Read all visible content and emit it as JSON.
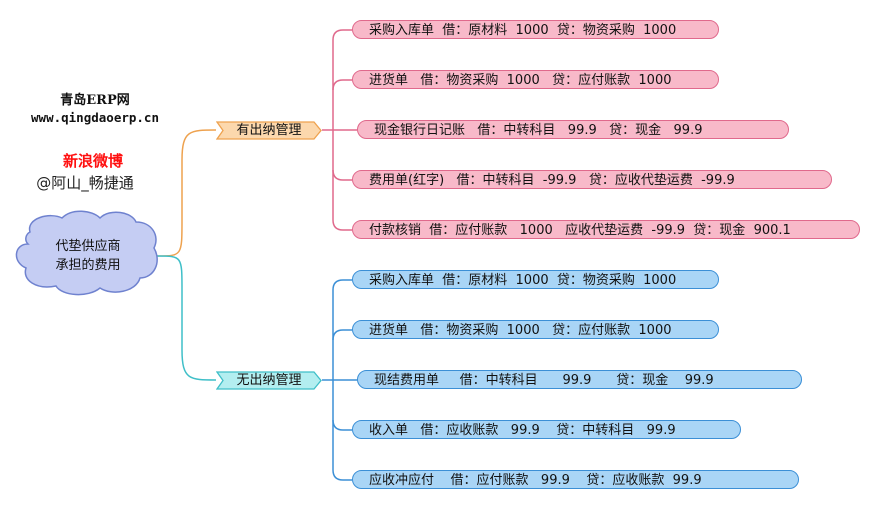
{
  "watermark": {
    "site_name": "青岛ERP网",
    "site_url": "www.qingdaoerp.cn",
    "weibo_label": "新浪微博",
    "weibo_handle": "@阿山_畅捷通"
  },
  "root": {
    "line1": "代垫供应商",
    "line2": "承担的费用",
    "fill": "#c5cdf3",
    "border": "#6f82cf"
  },
  "branches": [
    {
      "label": "有出纳管理",
      "colors": {
        "fill": "#fcd8ad",
        "border": "#eea24f",
        "child_fill": "#f8b9c9",
        "child_border": "#e0698c"
      },
      "items": [
        "采购入库单  借：原材料  1000  贷：物资采购  1000",
        "进货单   借：物资采购  1000   贷：应付账款  1000",
        "现金银行日记账   借：中转科目   99.9   贷：现金   99.9",
        "费用单(红字)   借：中转科目  -99.9   贷：应收代垫运费  -99.9",
        "付款核销  借：应付账款   1000   应收代垫运费  -99.9  贷：现金  900.1"
      ]
    },
    {
      "label": "无出纳管理",
      "colors": {
        "fill": "#b3eef0",
        "border": "#3fbfc8",
        "child_fill": "#a9d5f6",
        "child_border": "#3b8fd6"
      },
      "items": [
        "采购入库单  借：原材料  1000  贷：物资采购  1000",
        "进货单   借：物资采购  1000   贷：应付账款  1000",
        "现结费用单     借：中转科目      99.9      贷：现金    99.9",
        "收入单   借：应收账款   99.9    贷：中转科目   99.9",
        "应收冲应付    借：应付账款   99.9    贷：应收账款  99.9"
      ]
    }
  ]
}
